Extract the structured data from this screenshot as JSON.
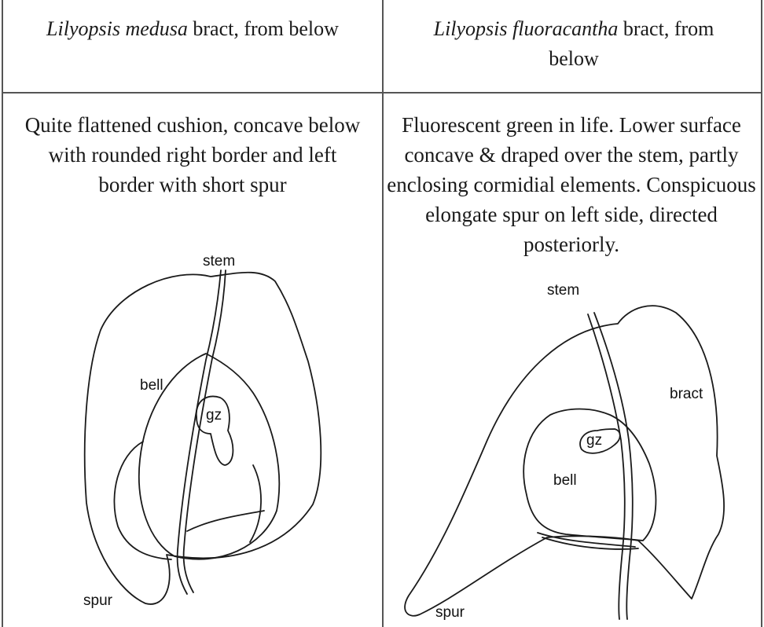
{
  "table": {
    "col1": {
      "species": "Lilyopsis medusa",
      "header_rest": " bract, from below",
      "description": "Quite flattened cushion, concave below with rounded right border and left border with short spur",
      "labels": {
        "stem": "stem",
        "bell": "bell",
        "gz": "gz",
        "spur": "spur"
      }
    },
    "col2": {
      "species": "Lilyopsis fluoracantha",
      "header_rest": " bract, from below",
      "description": "Fluorescent green in life. Lower surface concave & draped over the stem, partly enclosing cormidial elements. Conspicuous elongate spur on left side, directed posteriorly.",
      "labels": {
        "stem": "stem",
        "bract": "bract",
        "gz": "gz",
        "bell": "bell",
        "spur": "spur"
      }
    }
  },
  "colors": {
    "border": "#555555",
    "ink": "#1a1a1a"
  }
}
